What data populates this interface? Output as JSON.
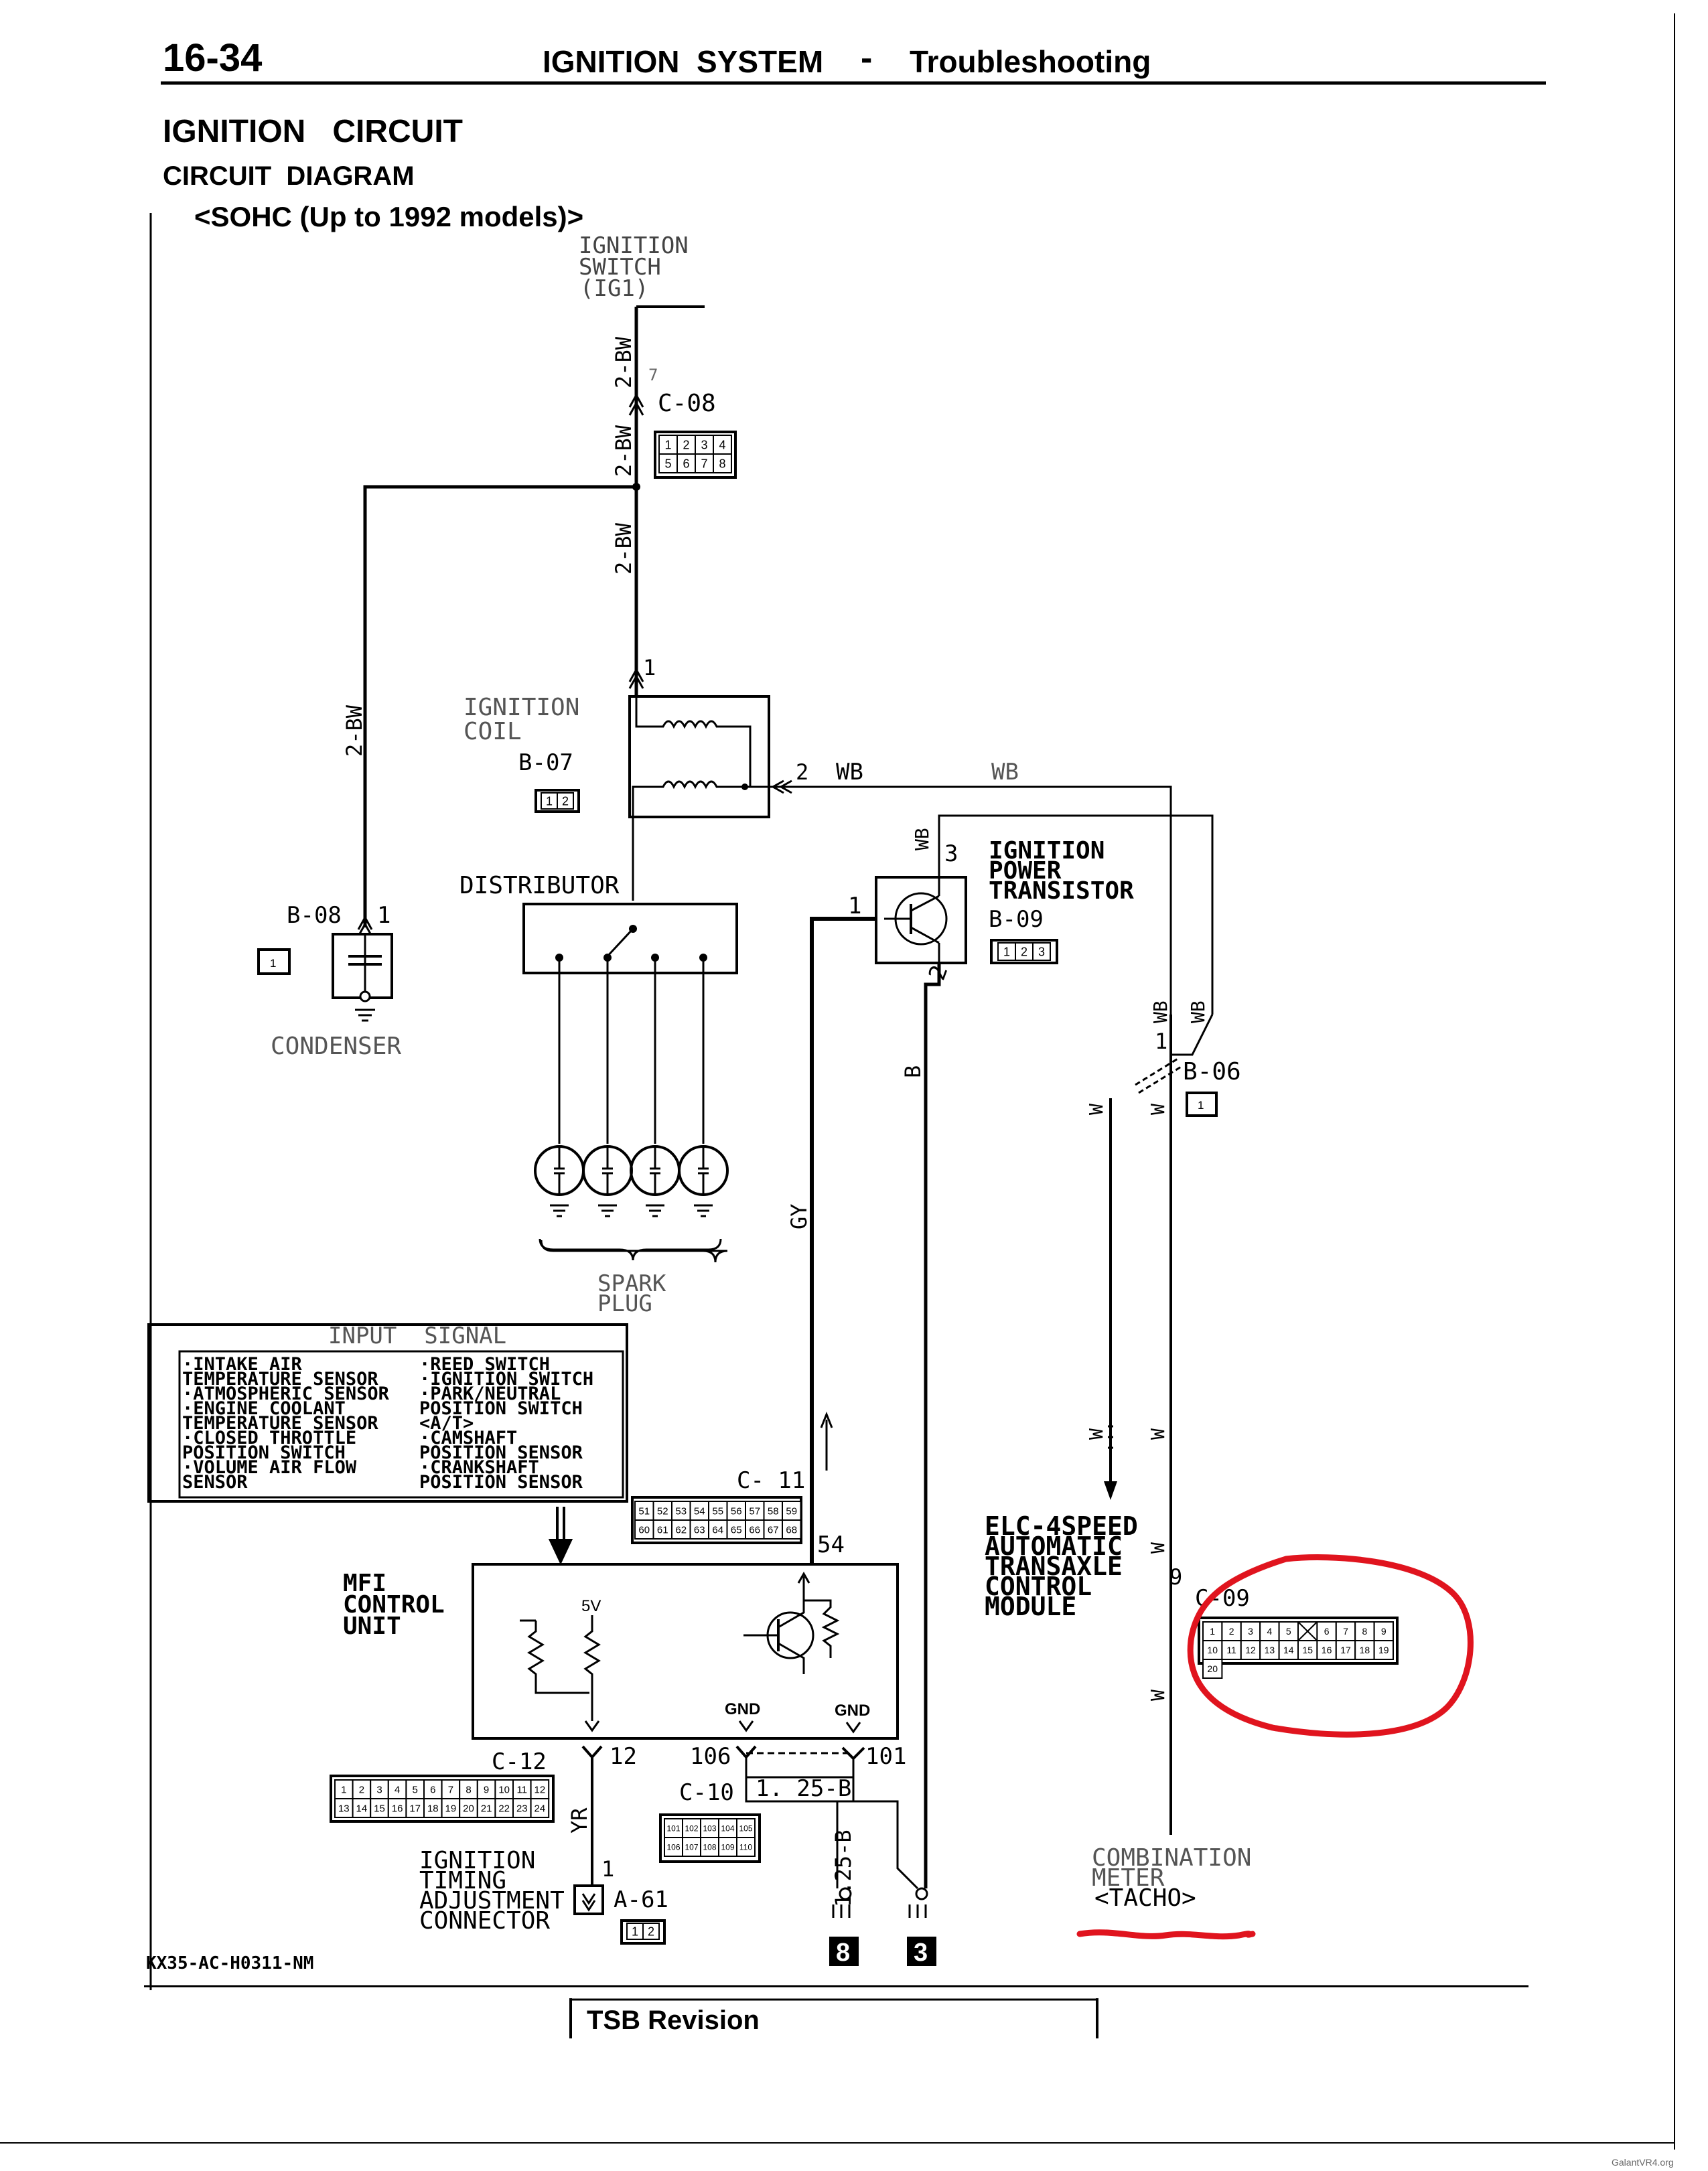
{
  "header": {
    "page_number": "16-34",
    "section_title": "IGNITION  SYSTEM",
    "section_dash": "-",
    "section_subtitle": "Troubleshooting"
  },
  "page_title": "IGNITION   CIRCUIT",
  "page_subtitle": "CIRCUIT  DIAGRAM",
  "variant_label": "<SOHC (Up to 1992 models)>",
  "components": {
    "ignition_switch": [
      "IGNITION",
      "SWITCH",
      "(IG1)"
    ],
    "ignition_coil": [
      "IGNITION",
      "COIL"
    ],
    "distributor": "DISTRIBUTOR",
    "condenser": "CONDENSER",
    "spark_plug": [
      "SPARK",
      "PLUG"
    ],
    "ignition_power_transistor": [
      "IGNITION",
      "POWER",
      "TRANSISTOR"
    ],
    "mfi_control_unit": [
      "MFI",
      "CONTROL",
      "UNIT"
    ],
    "elc_module": [
      "ELC-4SPEED",
      "AUTOMATIC",
      "TRANSAXLE",
      "CONTROL",
      "MODULE"
    ],
    "timing_connector": [
      "IGNITION",
      "TIMING",
      "ADJUSTMENT",
      "CONNECTOR"
    ],
    "combination_meter": [
      "COMBINATION",
      "METER",
      "<TACHO>"
    ]
  },
  "connectors": {
    "c08": "C-08",
    "b07": "B-07",
    "b08": "B-08",
    "b09": "B-09",
    "b06": "B-06",
    "c11": "C- 11",
    "c12": "C-12",
    "c10": "C-10",
    "a61": "A-61",
    "c09": "C-09"
  },
  "connector_pins": {
    "c08": [
      "1",
      "2",
      "3",
      "4",
      "5",
      "6",
      "7",
      "8"
    ],
    "b07": [
      "1",
      "2"
    ],
    "b08": [
      "1"
    ],
    "b09": [
      "1",
      "2",
      "3"
    ],
    "b06": [
      "1"
    ],
    "a61": [
      "1",
      "2"
    ],
    "c11": [
      "51",
      "52",
      "53",
      "54",
      "55",
      "56",
      "57",
      "58",
      "59",
      "60",
      "61",
      "62",
      "63",
      "64",
      "65",
      "66",
      "67",
      "68"
    ],
    "c12": [
      "1",
      "2",
      "3",
      "4",
      "5",
      "6",
      "7",
      "8",
      "9",
      "10",
      "11",
      "12",
      "13",
      "14",
      "15",
      "16",
      "17",
      "18",
      "19",
      "20",
      "21",
      "22",
      "23",
      "24"
    ],
    "c10": [
      "101",
      "102",
      "103",
      "104",
      "105",
      "106",
      "107",
      "108",
      "109",
      "110"
    ],
    "c09": [
      "1",
      "2",
      "3",
      "4",
      "5",
      "6",
      "7",
      "8",
      "9",
      "10",
      "11",
      "12",
      "13",
      "14",
      "15",
      "16",
      "17",
      "18",
      "19",
      "20"
    ]
  },
  "wire_labels": {
    "bw": "2-BW",
    "wb": "WB",
    "b": "B",
    "gy": "GY",
    "w": "W",
    "yr": "YR",
    "b125": "1.25-B",
    "b125_label": "1. 25-B"
  },
  "pin_numbers": {
    "p1": "1",
    "p2": "2",
    "p3": "3",
    "p7": "7",
    "p9": "9",
    "p54": "54",
    "p12": "12",
    "p106": "106",
    "p101": "101"
  },
  "mfi_internal": {
    "voltage": "5V",
    "gnd": "GND"
  },
  "input_signal": {
    "title": "INPUT  SIGNAL",
    "left_items": [
      "·INTAKE AIR",
      " TEMPERATURE SENSOR",
      "·ATMOSPHERIC SENSOR",
      "·ENGINE COOLANT",
      " TEMPERATURE SENSOR",
      "·CLOSED THROTTLE",
      " POSITION SWITCH",
      "·VOLUME AIR FLOW",
      " SENSOR"
    ],
    "right_items": [
      "·REED SWITCH",
      "·IGNITION SWITCH",
      "·PARK/NEUTRAL",
      " POSITION SWITCH",
      " <A/T>",
      "·CAMSHAFT",
      " POSITION SENSOR",
      "·CRANKSHAFT",
      " POSITION SENSOR"
    ]
  },
  "ground_refs": [
    "8",
    "3"
  ],
  "figure_code": "KX35-AC-H0311-NM",
  "footer": {
    "tsb": "TSB Revision",
    "watermark": "GalantVR4.org"
  },
  "colors": {
    "ink": "#000000",
    "annotation": "#e0141e",
    "paper": "#ffffff"
  }
}
